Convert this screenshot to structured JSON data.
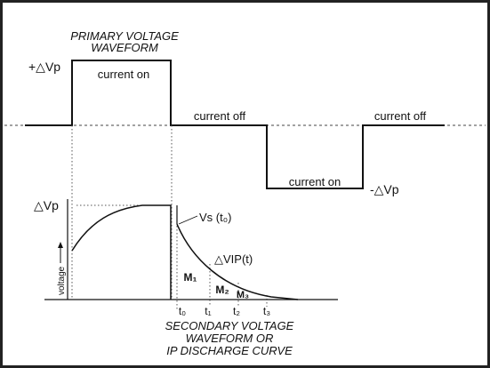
{
  "primary": {
    "title_line1": "PRIMARY VOLTAGE",
    "title_line2": "WAVEFORM",
    "plus_label": "+△Vp",
    "minus_label": "-△Vp",
    "current_on_top": "current on",
    "current_off_mid": "current off",
    "current_on_bottom": "current on",
    "current_off_right": "current off"
  },
  "secondary": {
    "peak_label": "△Vp",
    "vs_label": "Vs (t₀)",
    "vip_label": "△VIP(t)",
    "axis_label": "voltage",
    "windows": [
      "M₁",
      "M₂",
      "M₃"
    ],
    "times": [
      "t₀",
      "t₁",
      "t₂",
      "t₃"
    ],
    "title_line1": "SECONDARY VOLTAGE",
    "title_line2": "WAVEFORM OR",
    "title_line3": "IP DISCHARGE CURVE"
  }
}
